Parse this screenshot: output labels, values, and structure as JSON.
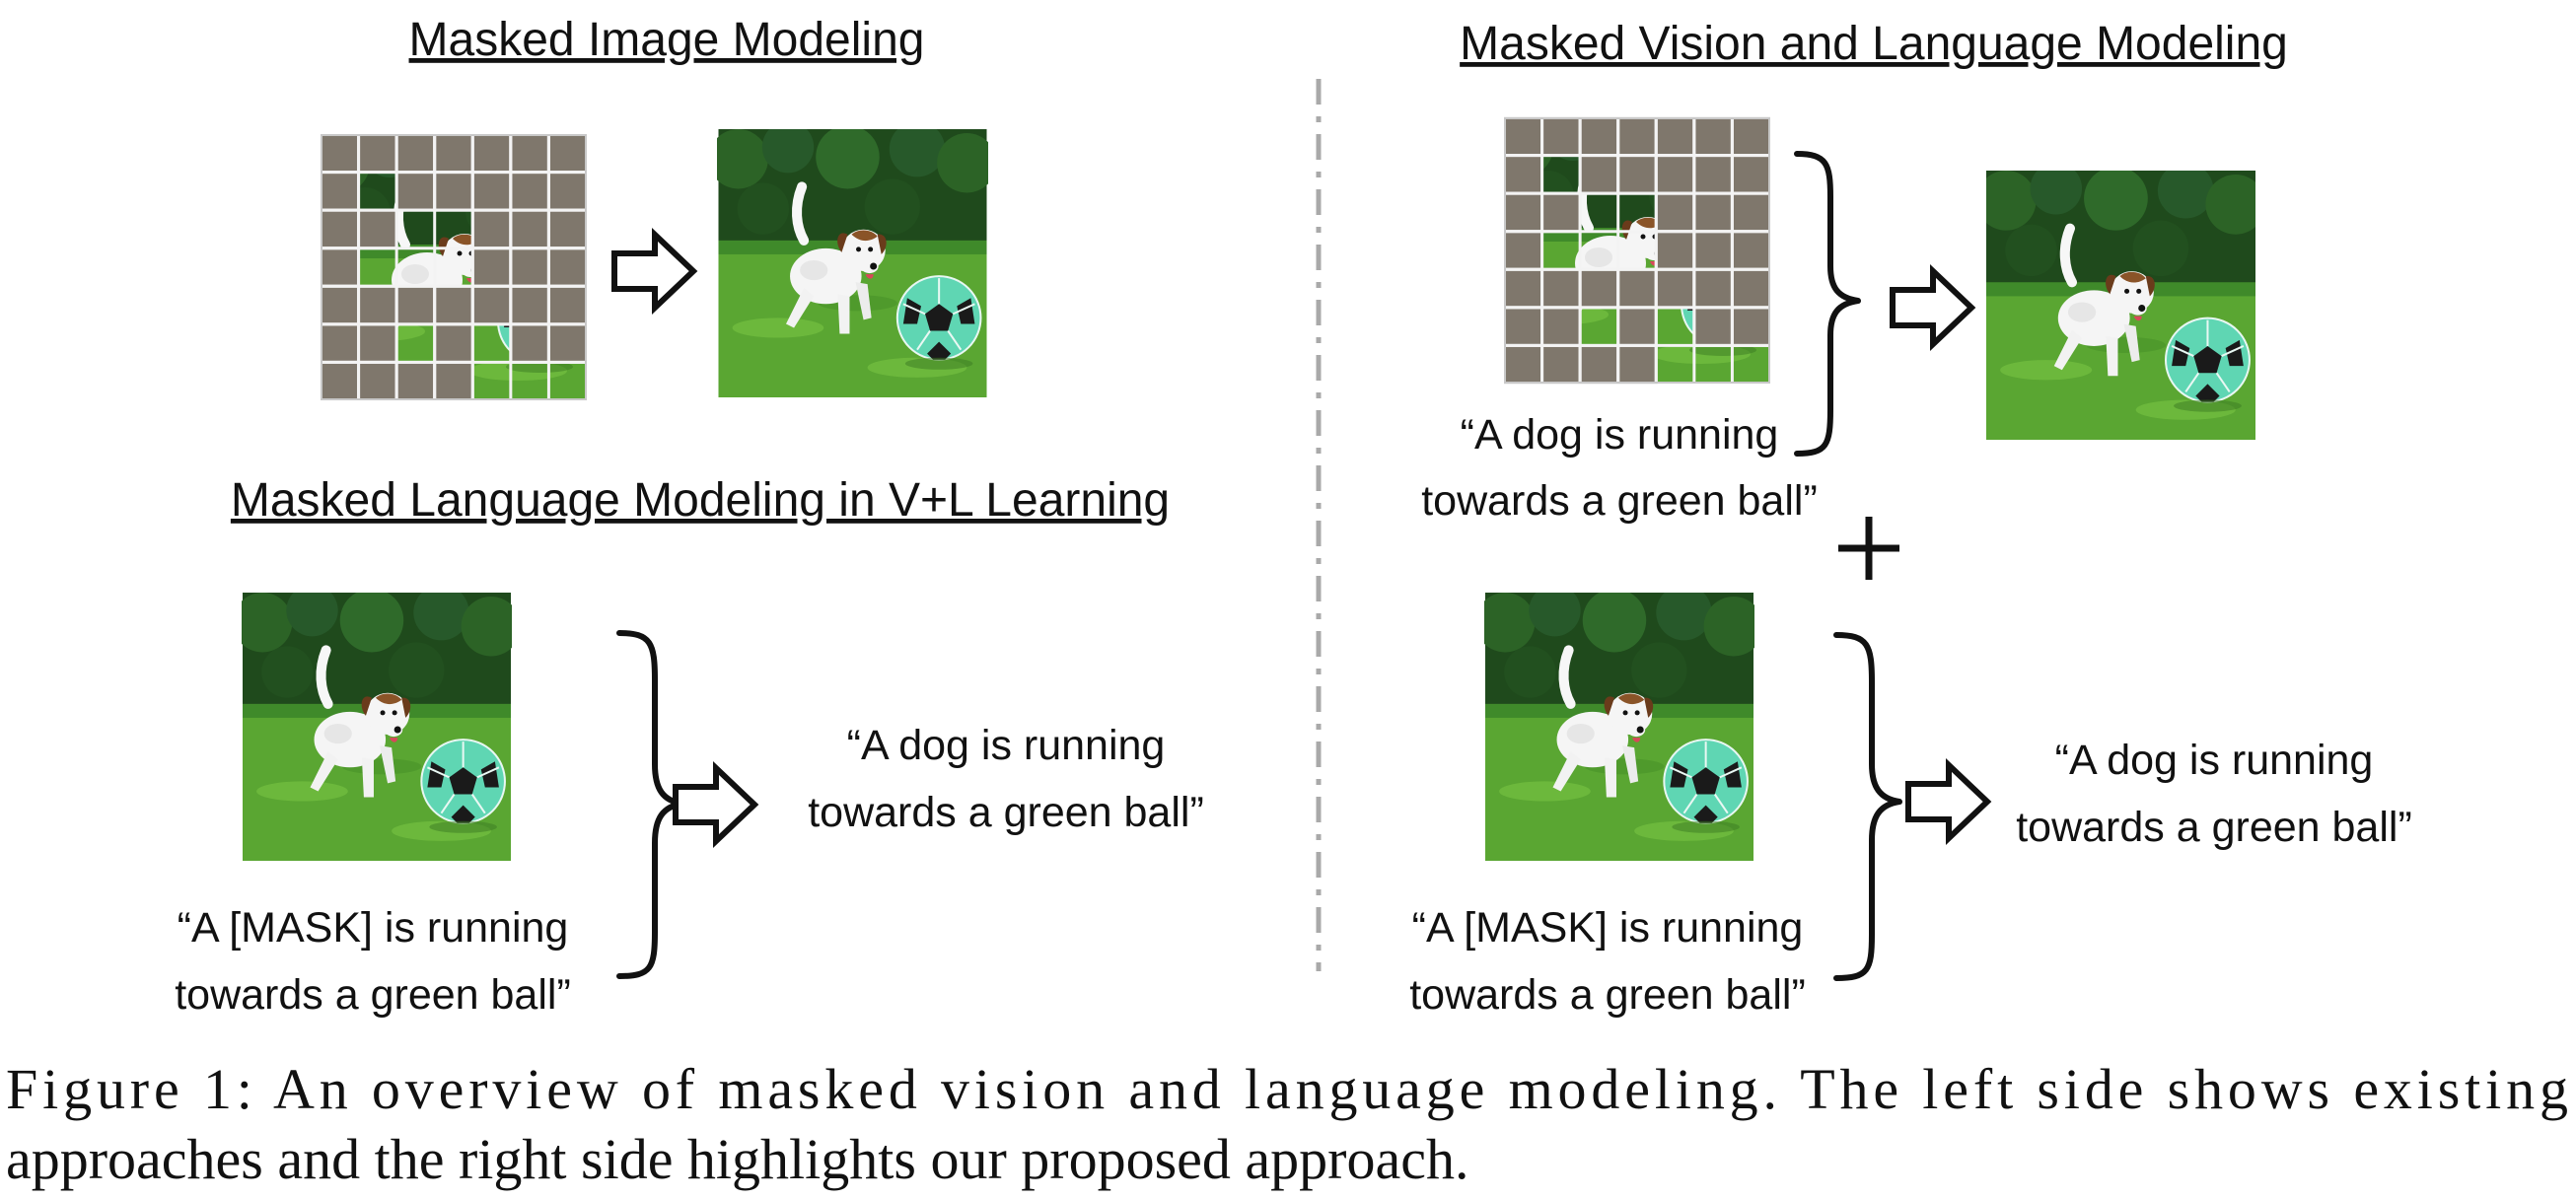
{
  "left": {
    "mim_title": "Masked Image Modeling",
    "mlm_title": "Masked Language Modeling in V+L Learning",
    "mlm_input_caption_line1": "“A [MASK] is running",
    "mlm_input_caption_line2": "towards a green ball”",
    "mlm_output_caption_line1": "“A dog is running",
    "mlm_output_caption_line2": "towards a green ball”"
  },
  "right": {
    "mvlm_title": "Masked Vision and Language Modeling",
    "image_text_line1": "“A dog is running",
    "image_text_line2": "towards a green ball”",
    "text_input_line1": "“A [MASK] is running",
    "text_input_line2": "towards a green ball”",
    "text_output_line1": "“A dog is running",
    "text_output_line2": "towards a green ball”"
  },
  "caption": {
    "line1": "Figure 1:  An overview of masked vision and language modeling.  The left side shows existing",
    "line2": "approaches and the right side highlights our proposed approach."
  },
  "icons": {
    "photo": "dog-with-ball-photo-icon",
    "masked_photo": "masked-patch-grid-icon",
    "arrow": "hollow-right-arrow-icon",
    "brace": "right-curly-brace-icon",
    "plus": "plus-icon"
  },
  "colors": {
    "mask_patch": "#7f776c",
    "grass": "#5aa632",
    "hedge": "#1f4a1c",
    "ball": "#5fd6b3"
  }
}
